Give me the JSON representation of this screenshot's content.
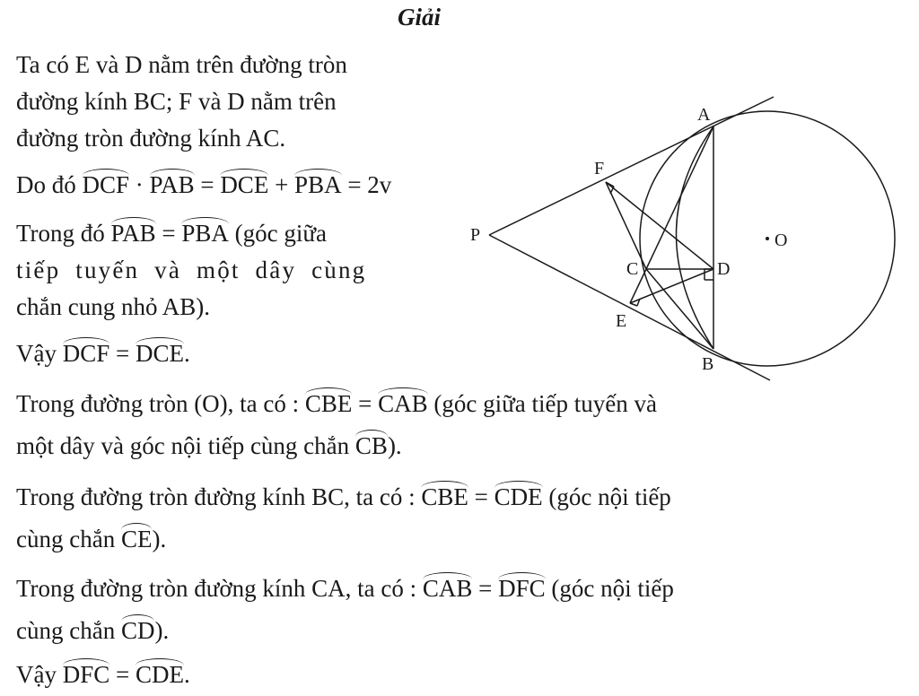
{
  "title": "Giải",
  "p1": {
    "l1": "Ta có E và D nằm trên đường tròn",
    "l2": "đường kính BC; F và D nằm trên",
    "l3": "đường tròn đường kính AC."
  },
  "p2": {
    "a": "Do đó",
    "b": "DCF",
    "c": "·",
    "d": "PAB",
    "e": "=",
    "f": "DCE",
    "g": "+",
    "h": "PBA",
    "i": "= 2v"
  },
  "p3": {
    "a": "Trong đó",
    "b": "PAB",
    "c": "=",
    "d": "PBA",
    "e": "(góc giữa",
    "l2": "tiếp tuyến và một dây cùng",
    "l3": "chắn cung nhỏ AB)."
  },
  "p4": {
    "a": "Vậy",
    "b": "DCF",
    "c": "=",
    "d": "DCE",
    "e": "."
  },
  "p5": {
    "a": "Trong đường tròn (O), ta có :",
    "b": "CBE",
    "c": "=",
    "d": "CAB",
    "e": "(góc giữa tiếp tuyến và",
    "f": "một dây và góc nội tiếp cùng chắn",
    "g": "CB",
    "h": ")."
  },
  "p6": {
    "a": "Trong đường tròn đường kính BC, ta có :",
    "b": "CBE",
    "c": "=",
    "d": "CDE",
    "e": "(góc nội tiếp",
    "f": "cùng chắn",
    "g": "CE",
    "h": ")."
  },
  "p7": {
    "a": "Trong đường tròn đường kính CA, ta có :",
    "b": "CAB",
    "c": "=",
    "d": "DFC",
    "e": "(góc nội tiếp",
    "f": "cùng chắn",
    "g": "CD",
    "h": ")."
  },
  "p8": {
    "a": "Vậy",
    "b": "DFC",
    "c": "=",
    "d": "CDE",
    "e": "."
  },
  "figure": {
    "labels": {
      "A": "A",
      "B": "B",
      "C": "C",
      "D": "D",
      "E": "E",
      "F": "F",
      "P": "P",
      "O": "O"
    }
  }
}
